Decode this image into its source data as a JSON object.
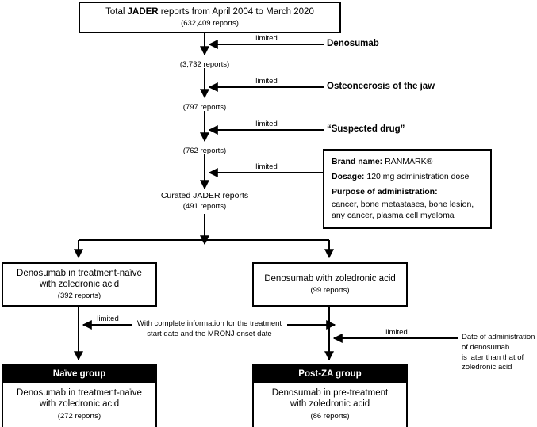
{
  "diagram": {
    "title_box": {
      "main": "Total JADER reports from April 2004 to March 2020",
      "main_prefix": "Total ",
      "main_bold": "JADER",
      "main_suffix": " reports from April 2004 to March 2020",
      "count": "(632,409 reports)"
    },
    "limited_label": "limited",
    "filters": [
      {
        "label": "Denosumab",
        "limited": "limited",
        "result_count": "(3,732 reports)"
      },
      {
        "label": "Osteonecrosis of the jaw",
        "limited": "limited",
        "result_count": "(797 reports)"
      },
      {
        "label": "“Suspected drug”",
        "limited": "limited",
        "result_count": "(762 reports)"
      }
    ],
    "detail_box": {
      "brand_label": "Brand name:",
      "brand_value": " RANMARK®",
      "dosage_label": "Dosage:",
      "dosage_value": " 120 mg administration dose",
      "purpose_label": "Purpose of administration:",
      "purpose_line1": "cancer, bone metastases, bone lesion,",
      "purpose_line2": "any cancer, plasma cell myeloma"
    },
    "curated": {
      "main": "Curated JADER reports",
      "count": "(491 reports)"
    },
    "branches": [
      {
        "line1": "Denosumab in treatment-naïve",
        "line2": "with zoledronic acid",
        "count": "(392 reports)"
      },
      {
        "line1": "Denosumab with zoledronic acid",
        "line2": "",
        "count": "(99 reports)"
      }
    ],
    "exclusions": [
      {
        "limited": "limited",
        "line1": "With complete information for the treatment",
        "line2": "start date and the MRONJ onset date"
      },
      {
        "limited": "limited",
        "line1": "Date of administration of denosumab",
        "line2": "is later than that of zoledronic acid"
      }
    ],
    "results": [
      {
        "header": "Naïve group",
        "line1": "Denosumab in treatment-naïve",
        "line2": "with zoledronic acid",
        "count": "(272 reports)"
      },
      {
        "header": "Post-ZA group",
        "line1": "Denosumab in pre-treatment",
        "line2": "with zoledronic acid",
        "count": "(86 reports)"
      }
    ],
    "colors": {
      "stroke": "#000000",
      "header_fill": "#000000",
      "header_text": "#ffffff",
      "background": "#ffffff"
    }
  }
}
